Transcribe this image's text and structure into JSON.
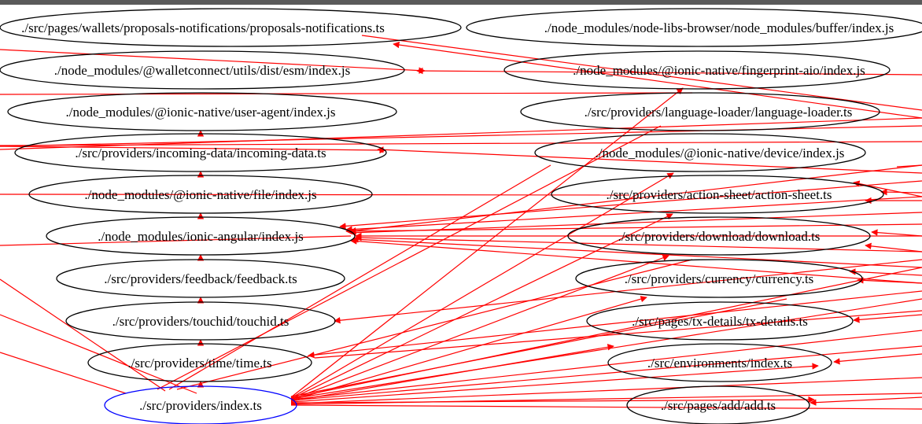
{
  "colors": {
    "edge": "#ff0000",
    "node_stroke": "#000000",
    "focus_node_stroke": "#0000ff",
    "top_bar": "#5a5a5a"
  },
  "graph": {
    "nodes": [
      {
        "id": "n1",
        "label": "./src/pages/wallets/proposals-notifications/proposals-notifications.ts"
      },
      {
        "id": "n2",
        "label": "./node_modules/node-libs-browser/node_modules/buffer/index.js"
      },
      {
        "id": "n3",
        "label": "./node_modules/@walletconnect/utils/dist/esm/index.js"
      },
      {
        "id": "n4",
        "label": "./node_modules/@ionic-native/fingerprint-aio/index.js"
      },
      {
        "id": "n5",
        "label": "./node_modules/@ionic-native/user-agent/index.js"
      },
      {
        "id": "n6",
        "label": "./src/providers/language-loader/language-loader.ts"
      },
      {
        "id": "n7",
        "label": "./src/providers/incoming-data/incoming-data.ts"
      },
      {
        "id": "n8",
        "label": "./node_modules/@ionic-native/device/index.js"
      },
      {
        "id": "n9",
        "label": "./node_modules/@ionic-native/file/index.js"
      },
      {
        "id": "n10",
        "label": "./src/providers/action-sheet/action-sheet.ts"
      },
      {
        "id": "n11",
        "label": "./node_modules/ionic-angular/index.js"
      },
      {
        "id": "n12",
        "label": "./src/providers/download/download.ts"
      },
      {
        "id": "n13",
        "label": "./src/providers/feedback/feedback.ts"
      },
      {
        "id": "n14",
        "label": "./src/providers/currency/currency.ts"
      },
      {
        "id": "n15",
        "label": "./src/providers/touchid/touchid.ts"
      },
      {
        "id": "n16",
        "label": "./src/pages/tx-details/tx-details.ts"
      },
      {
        "id": "n17",
        "label": "./src/providers/time/time.ts"
      },
      {
        "id": "n18",
        "label": "./src/environments/index.ts"
      },
      {
        "id": "n19",
        "label": "./src/providers/index.ts",
        "focus": true
      },
      {
        "id": "n20",
        "label": "./src/pages/add/add.ts"
      }
    ]
  }
}
